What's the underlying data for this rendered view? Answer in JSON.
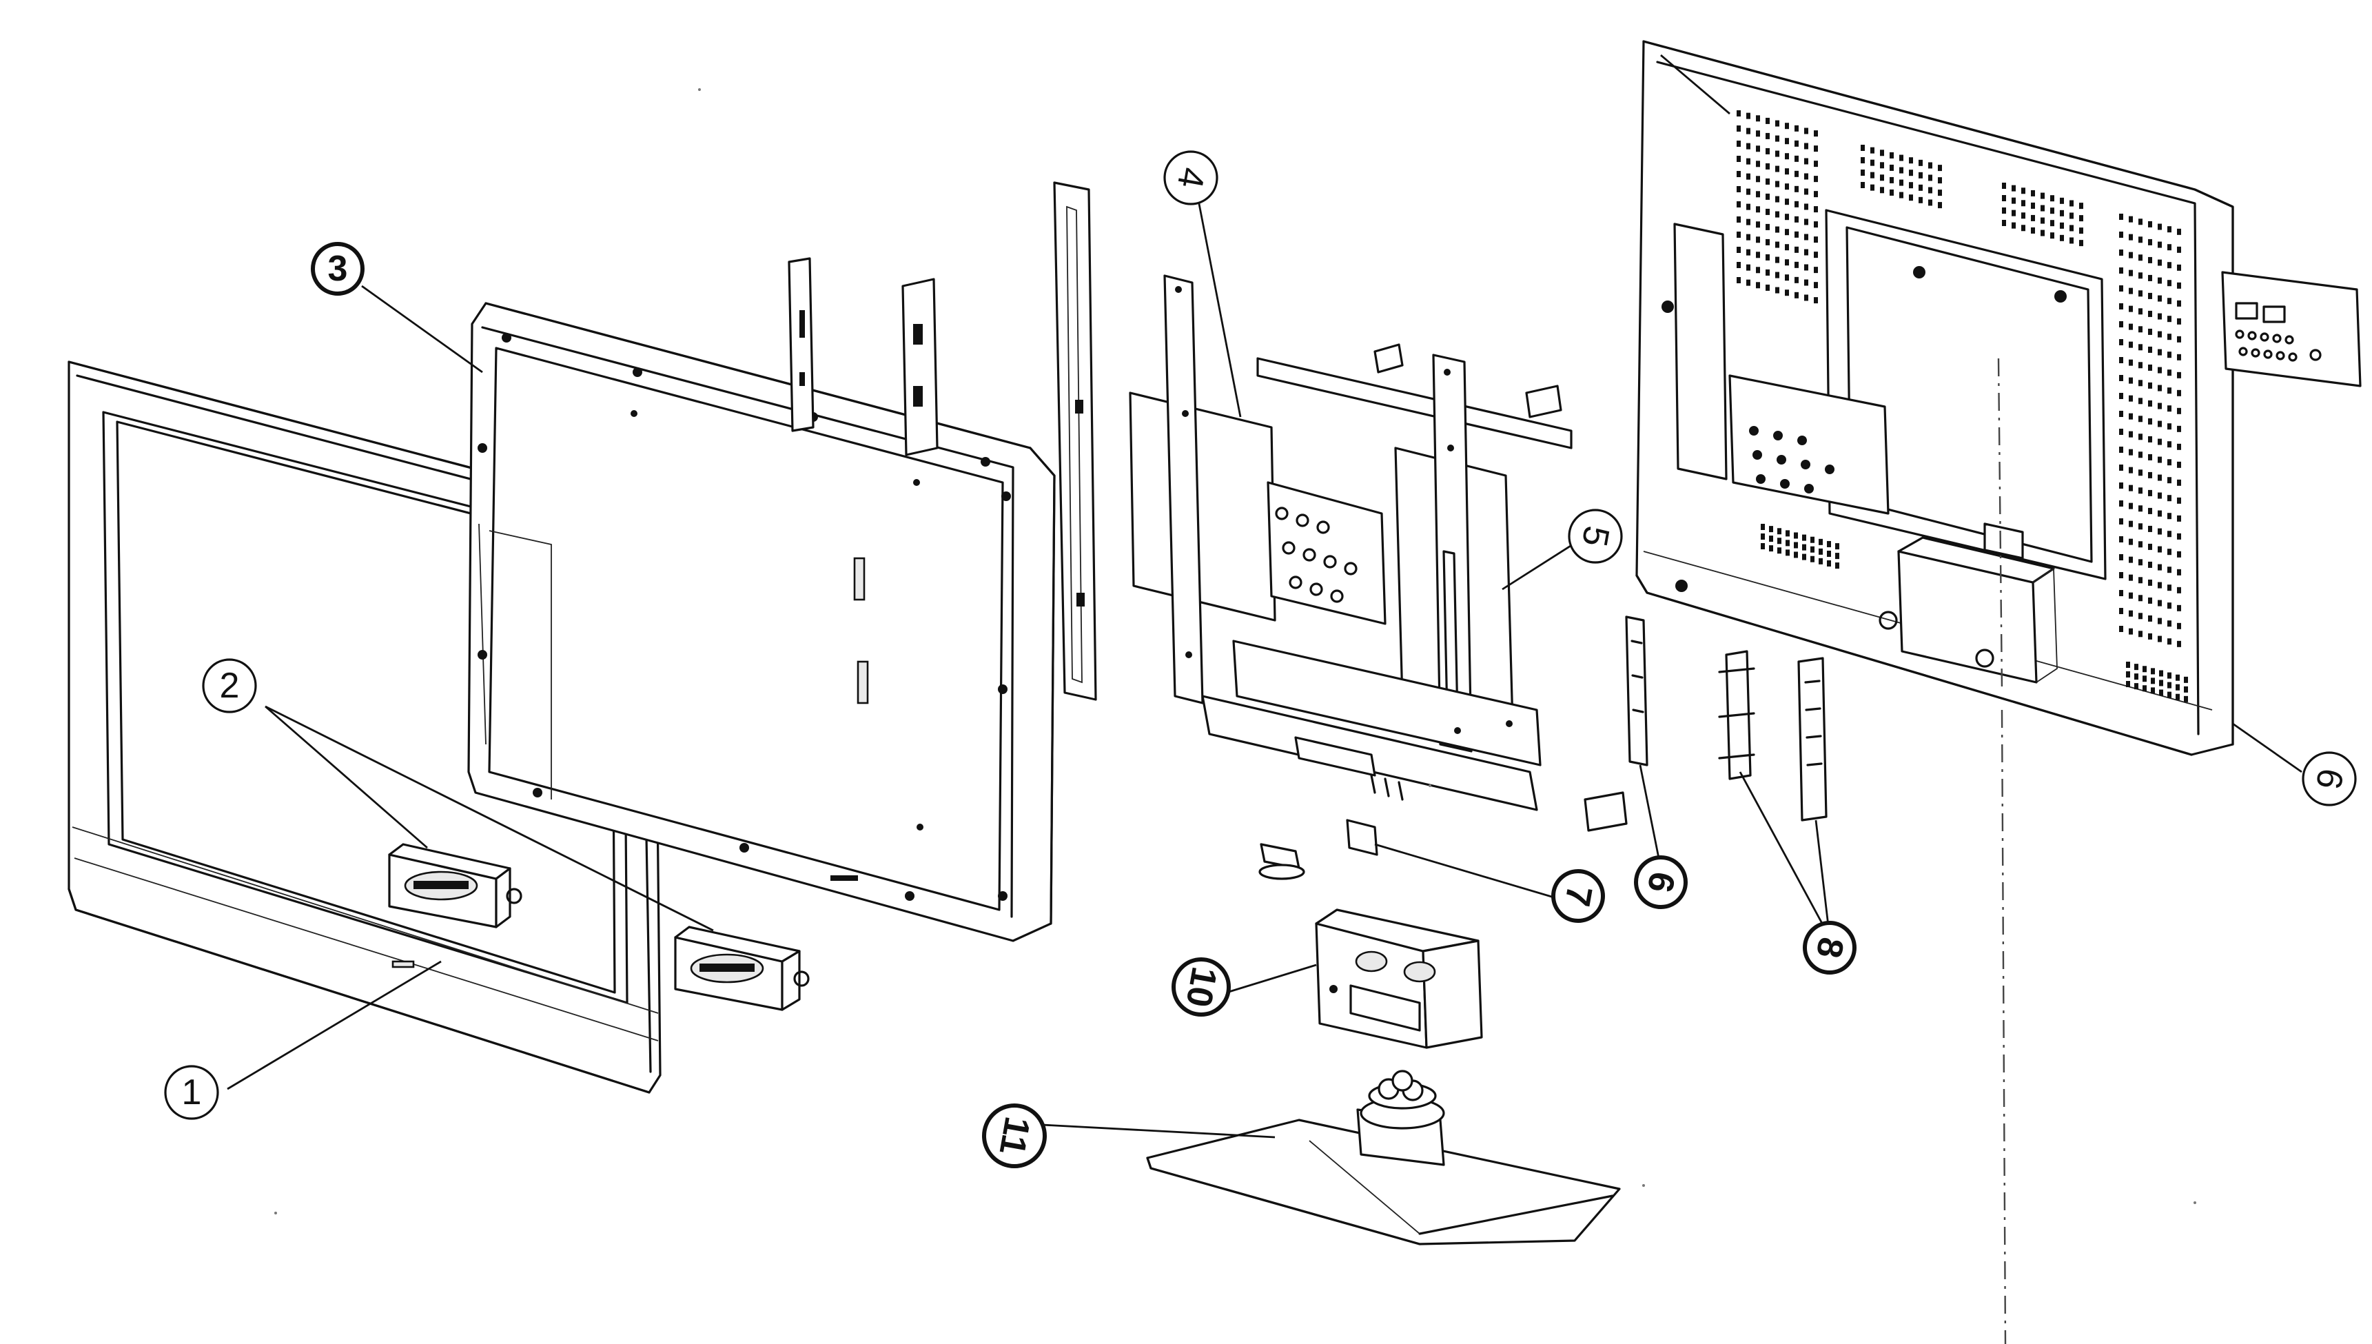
{
  "callouts": [
    {
      "id": "1",
      "label": "1",
      "style": "normal",
      "rotated": false
    },
    {
      "id": "2",
      "label": "2",
      "style": "normal",
      "rotated": false
    },
    {
      "id": "3",
      "label": "3",
      "style": "bold",
      "rotated": false
    },
    {
      "id": "4",
      "label": "4",
      "style": "normal",
      "rotated": true
    },
    {
      "id": "5",
      "label": "5",
      "style": "normal",
      "rotated": true
    },
    {
      "id": "6a",
      "label": "6",
      "style": "normal",
      "rotated": true
    },
    {
      "id": "6b",
      "label": "6",
      "style": "normal",
      "rotated": true
    },
    {
      "id": "7",
      "label": "7",
      "style": "normal",
      "rotated": true
    },
    {
      "id": "8",
      "label": "8",
      "style": "bold",
      "rotated": true
    },
    {
      "id": "10",
      "label": "10",
      "style": "bold",
      "rotated": true
    },
    {
      "id": "11",
      "label": "11",
      "style": "bold",
      "rotated": true
    }
  ],
  "colors": {
    "line": "#111111",
    "background": "#ffffff",
    "shade": "#e9e9e9"
  }
}
